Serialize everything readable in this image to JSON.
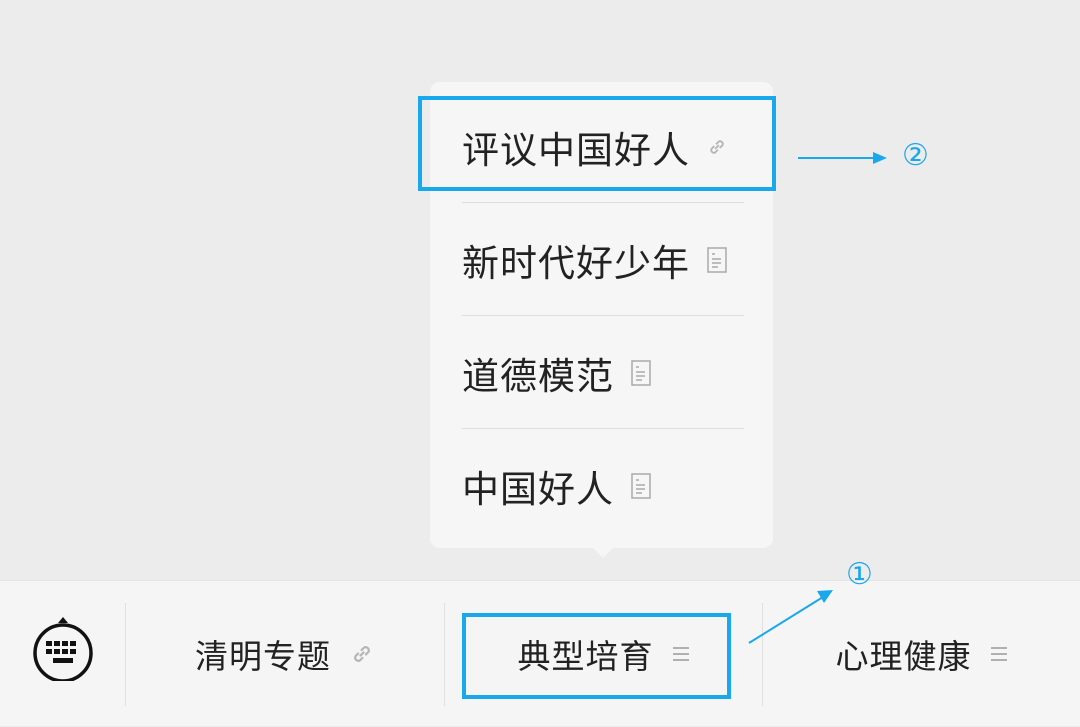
{
  "popup_menu": {
    "items": [
      {
        "label": "评议中国好人",
        "icon": "link-icon"
      },
      {
        "label": "新时代好少年",
        "icon": "document-icon"
      },
      {
        "label": "道德模范",
        "icon": "document-icon"
      },
      {
        "label": "中国好人",
        "icon": "document-icon"
      }
    ]
  },
  "bottom_bar": {
    "keyboard_icon": "keyboard-icon",
    "tabs": [
      {
        "label": "清明专题",
        "icon": "link-icon"
      },
      {
        "label": "典型培育",
        "icon": "menu-icon"
      },
      {
        "label": "心理健康",
        "icon": "menu-icon"
      }
    ]
  },
  "annotations": {
    "step1": "①",
    "step2": "②"
  },
  "colors": {
    "accent": "#1aa8ec",
    "background": "#ececec"
  }
}
